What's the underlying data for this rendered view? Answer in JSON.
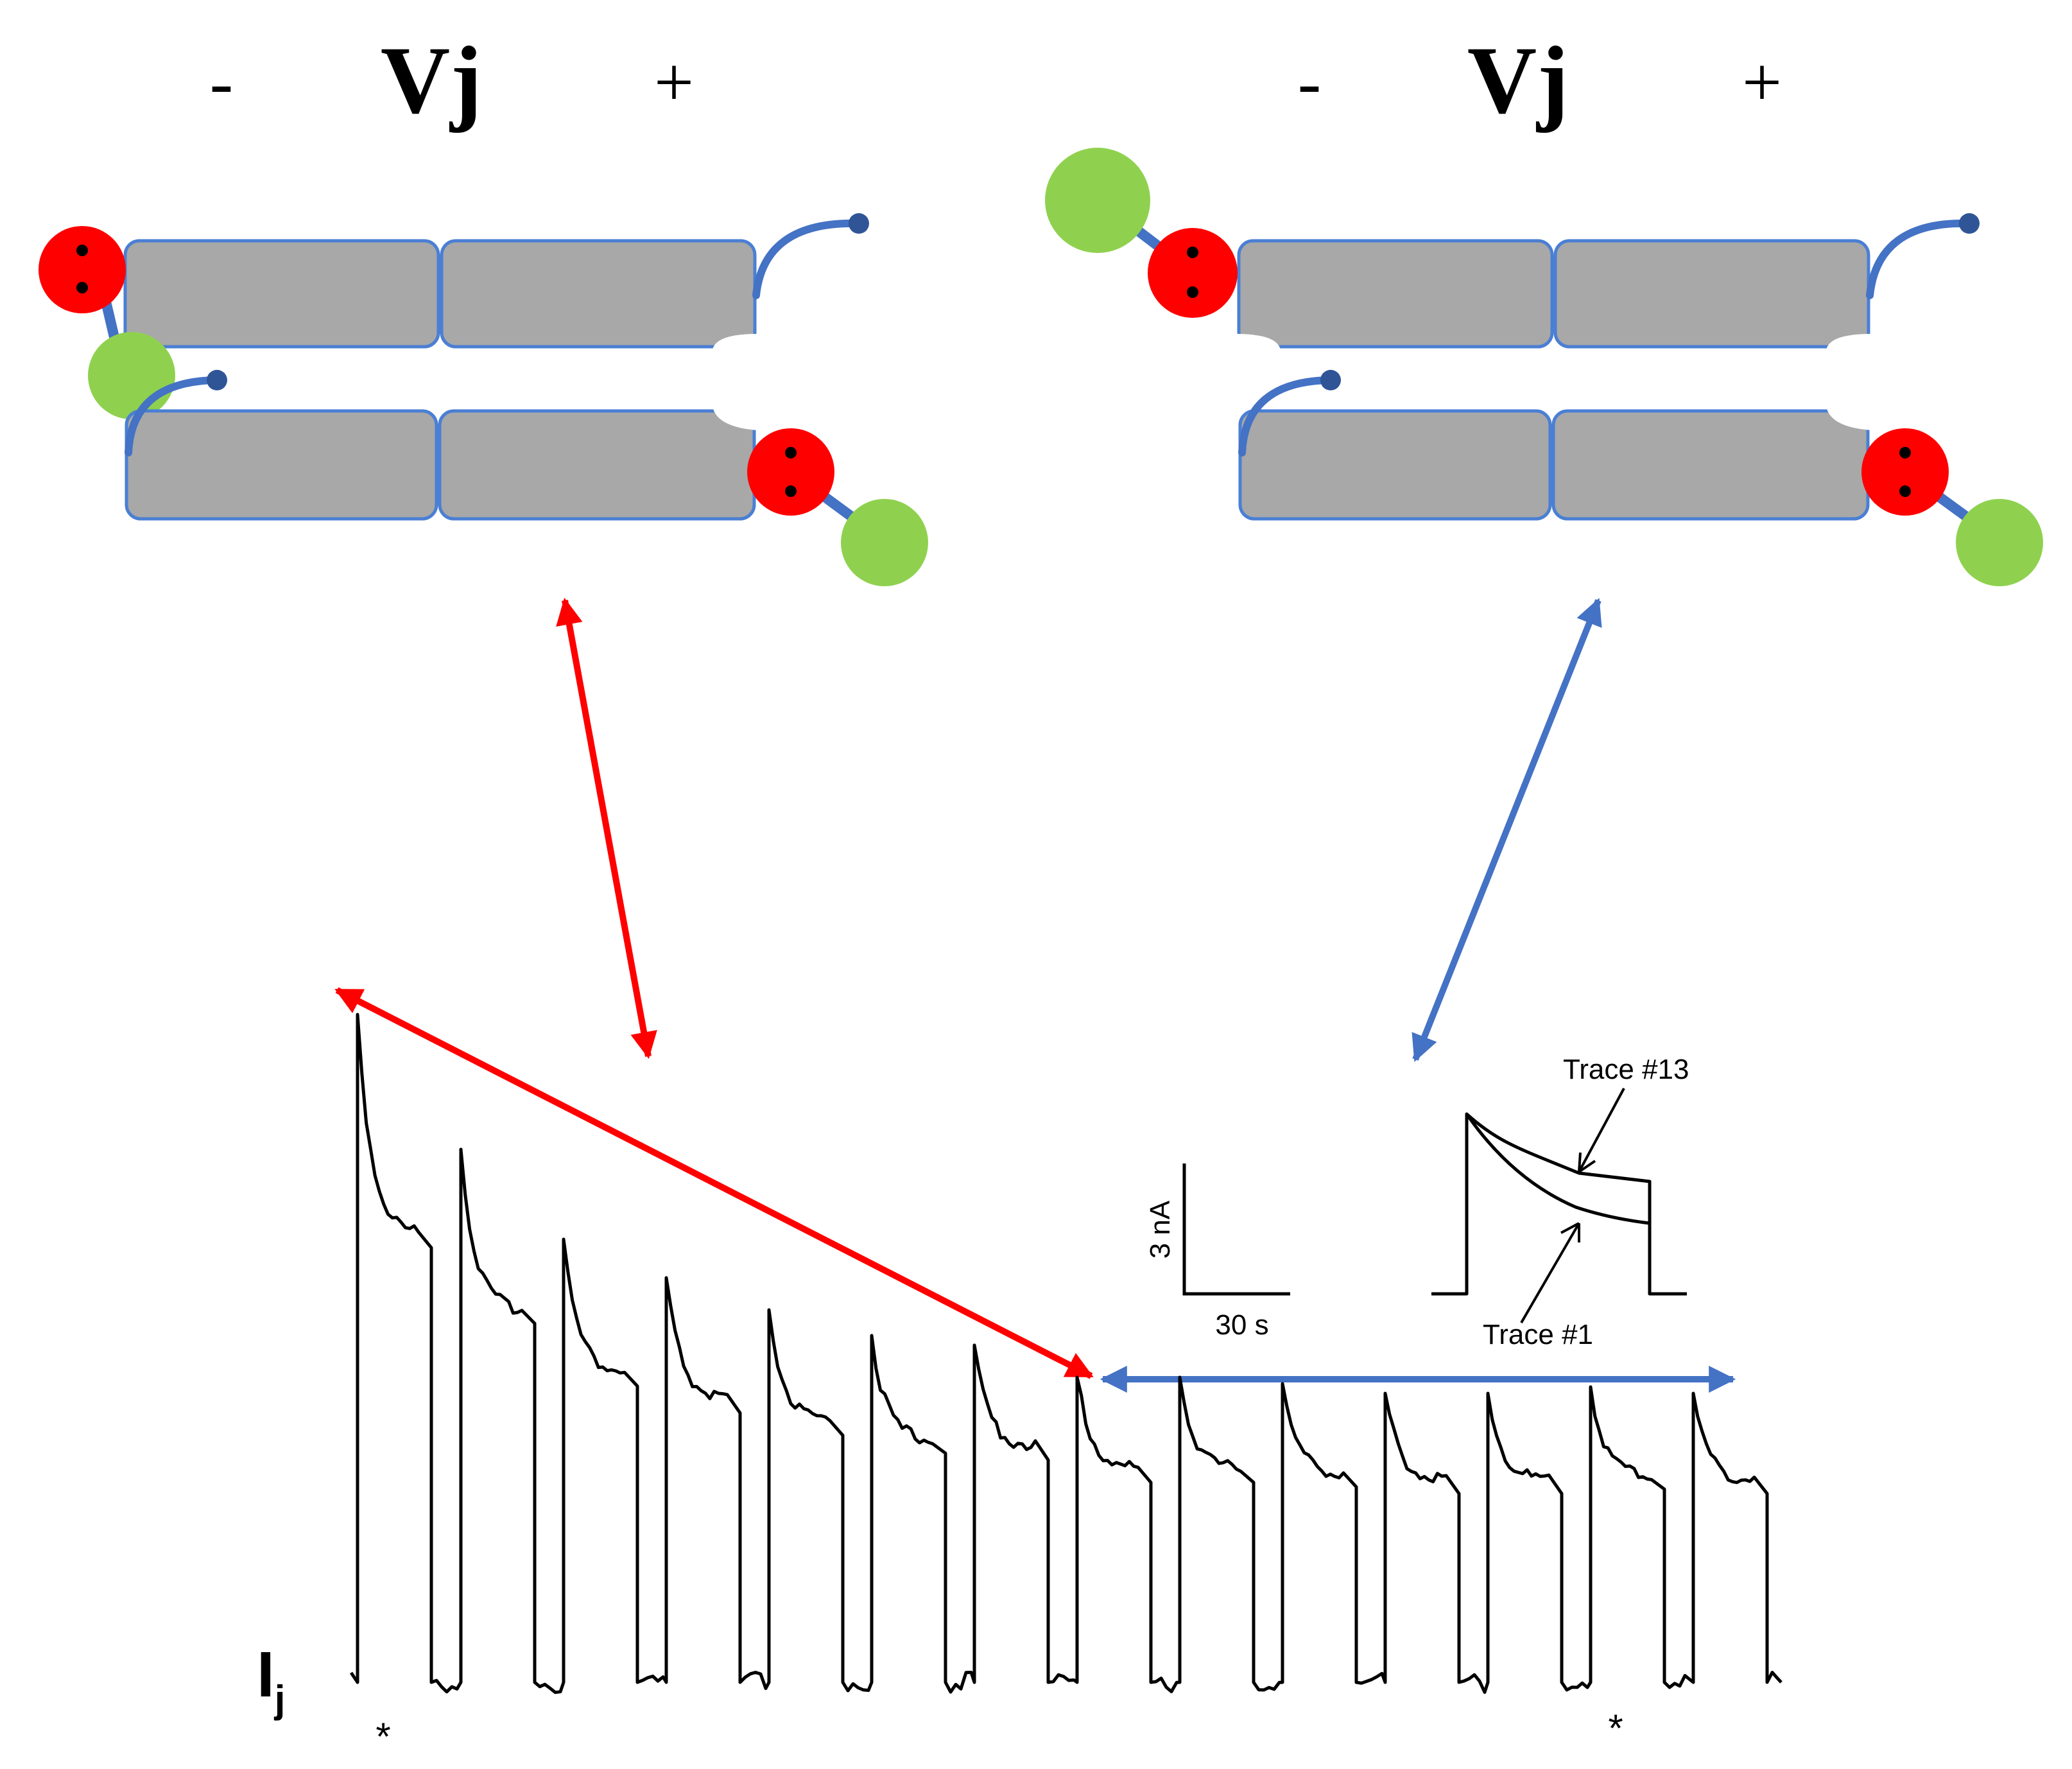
{
  "left_panel": {
    "title": "Vj",
    "minus": "-",
    "plus": "+"
  },
  "right_panel": {
    "title": "Vj",
    "minus": "-",
    "plus": "+"
  },
  "trace_label": {
    "main": "I",
    "sub": "j"
  },
  "inset": {
    "scale_y_label": "3 nA",
    "scale_x_label": "30 s",
    "trace_13_label": "Trace #13",
    "trace_1_label": "Trace #1"
  },
  "markers": {
    "first": "*",
    "last": "*"
  },
  "colors": {
    "cylinder_fill": "#a8a8a8",
    "cylinder_stroke": "#4a7fd4",
    "red_domain": "#ff0000",
    "green_domain": "#8fd14f",
    "blue_arrow": "#4472c4",
    "red_arrow": "#ff0000"
  }
}
